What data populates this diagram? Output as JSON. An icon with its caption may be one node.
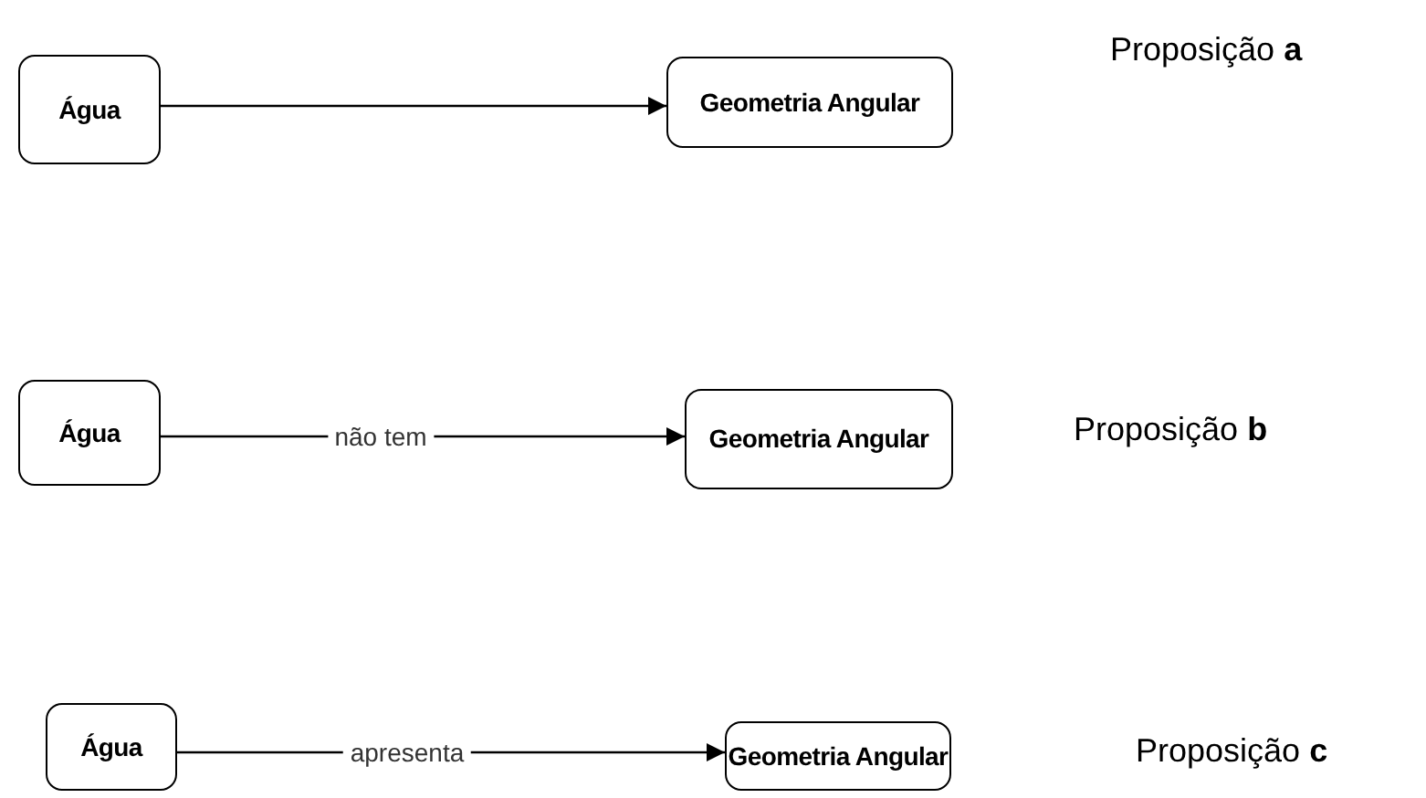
{
  "diagram": {
    "nodes": [
      {
        "text": [
          "Água"
        ]
      },
      {
        "text": [
          "Geometria Angular"
        ]
      },
      {
        "text": [
          "Água"
        ]
      },
      {
        "text": [
          "Geometria Angular"
        ]
      },
      {
        "text": [
          "Água"
        ]
      },
      {
        "text": [
          "Geometria Angular"
        ]
      }
    ],
    "edges": [
      {
        "from": 0,
        "to": 1,
        "arrow": "to"
      },
      {
        "from": 2,
        "to": 3,
        "arrow": "to",
        "label": "não tem"
      },
      {
        "from": 4,
        "to": 5,
        "arrow": "to",
        "label": "apresenta"
      }
    ],
    "labels": [
      "Proposição **a**",
      "Proposição **b**",
      "Proposição **c**"
    ]
  }
}
